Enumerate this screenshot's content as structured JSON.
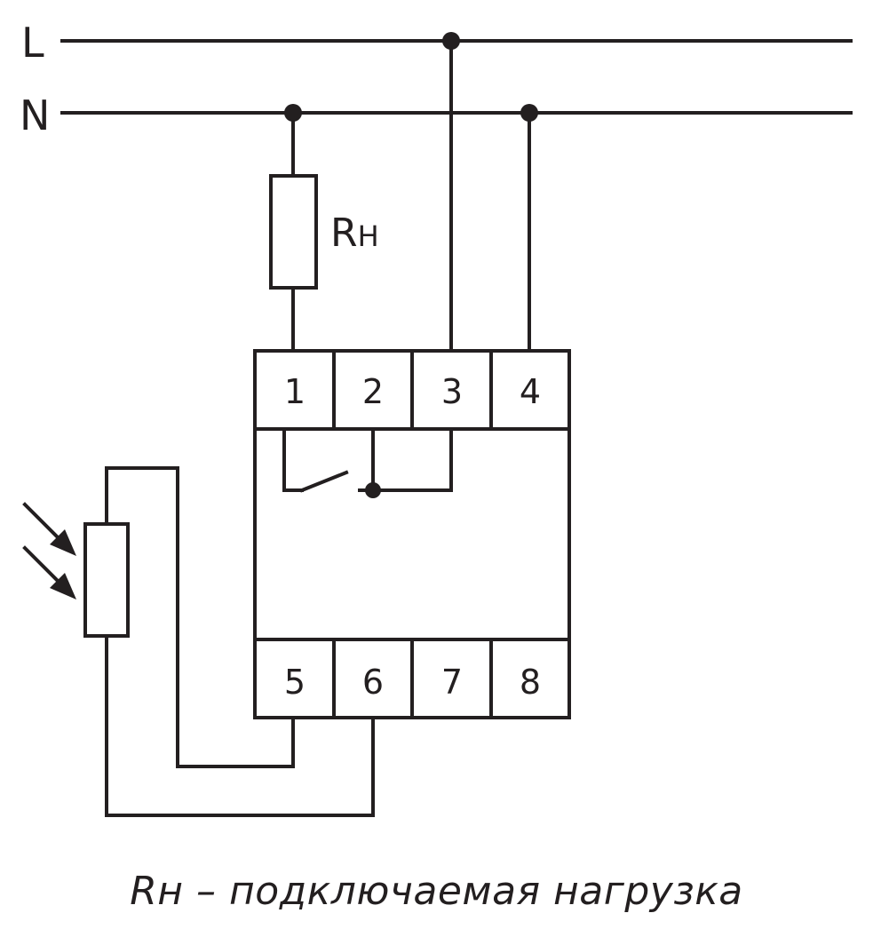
{
  "lines": {
    "L": "L",
    "N": "N"
  },
  "load": {
    "label_main": "R",
    "label_sub": "H"
  },
  "terminals": {
    "top": [
      "1",
      "2",
      "3",
      "4"
    ],
    "bottom": [
      "5",
      "6",
      "7",
      "8"
    ]
  },
  "caption": "Rн – подключаемая нагрузка",
  "colors": {
    "ink": "#231f20",
    "background": "#ffffff"
  }
}
